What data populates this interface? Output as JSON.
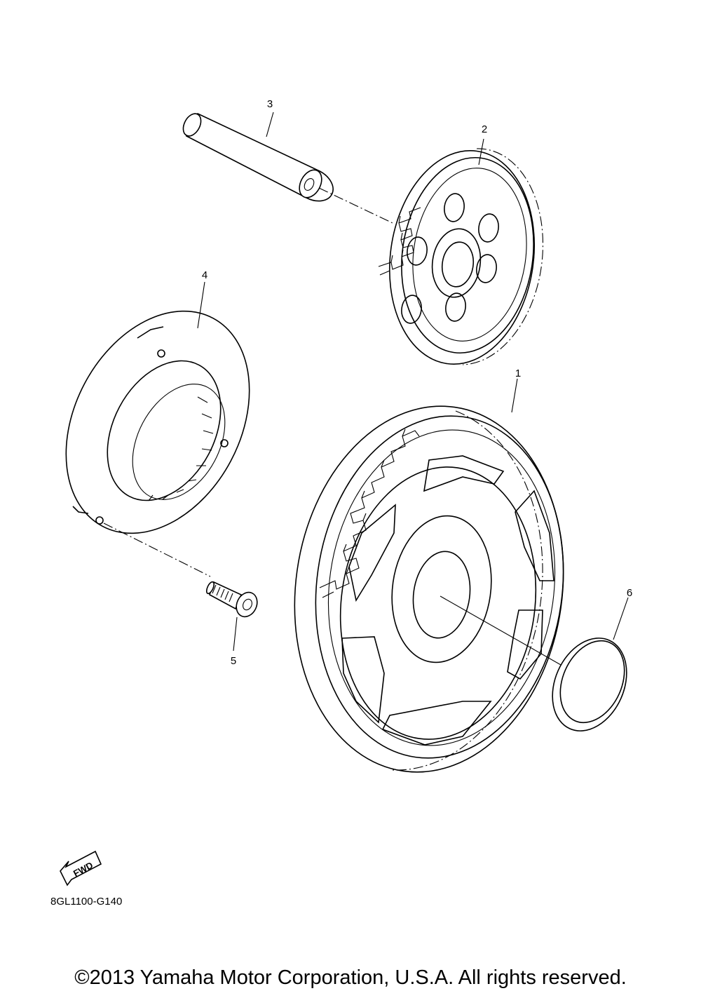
{
  "diagram": {
    "part_labels": [
      "1",
      "2",
      "3",
      "4",
      "5",
      "6"
    ],
    "fwd_label": "FWD",
    "diagram_code": "8GL1100-G140"
  },
  "footer": {
    "copyright": "©2013 Yamaha Motor Corporation, U.S.A. All rights reserved."
  },
  "icons": {
    "fwd": "fwd-arrow-icon"
  }
}
